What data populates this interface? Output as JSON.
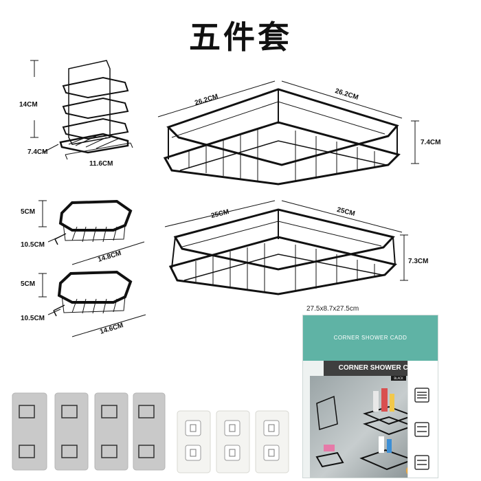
{
  "title": "五件套",
  "dimensions": {
    "holder_height": "14CM",
    "holder_depth": "7.4CM",
    "holder_width": "11.6CM",
    "corner_top_left": "26.2CM",
    "corner_top_right": "26.2CM",
    "corner_top_height": "7.4CM",
    "corner_bottom_left": "25CM",
    "corner_bottom_right": "25CM",
    "corner_bottom_height": "7.3CM",
    "dish1_height": "5CM",
    "dish1_depth": "10.5CM",
    "dish1_width": "14.8CM",
    "dish2_height": "5CM",
    "dish2_depth": "10.5CM",
    "dish2_width": "14.6CM"
  },
  "package": {
    "size": "27.5x8.7x27.5cm",
    "top_label": "CORNER SHOWER CADD",
    "banner": "CORNER SHOWER CADD",
    "tag": "BLACK"
  },
  "colors": {
    "frame": "#111111",
    "package_teal": "#5fb3a5",
    "hook_plate": "#c9c9c9",
    "clear_plate": "#f4f4f1"
  }
}
